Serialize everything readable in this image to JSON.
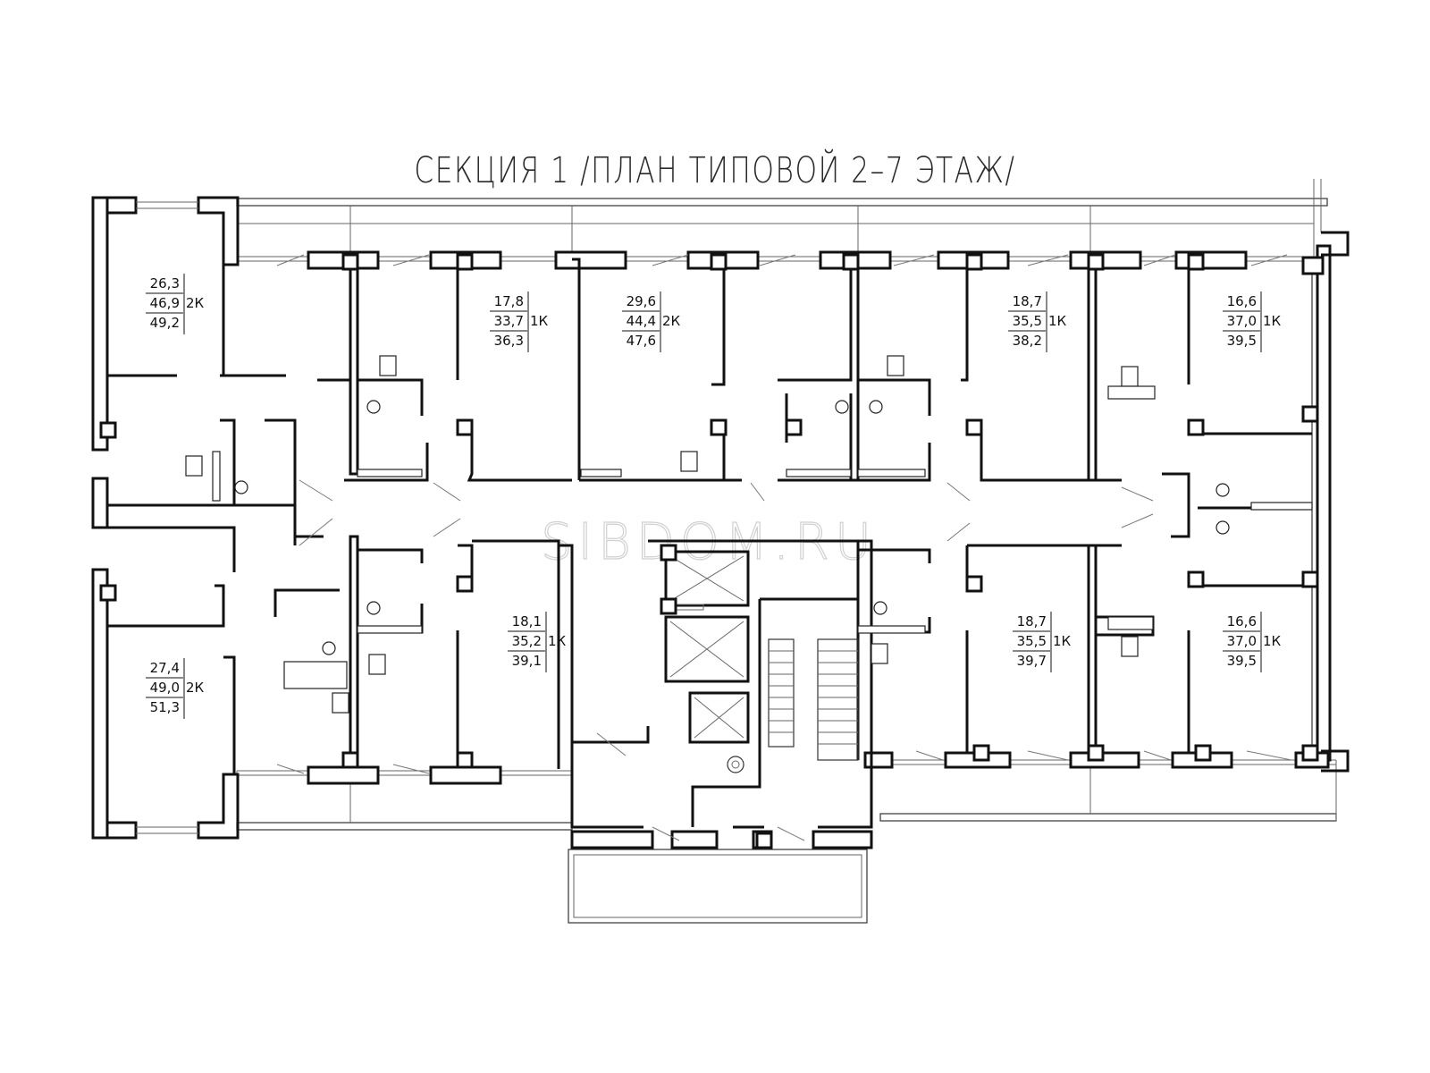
{
  "title": "СЕКЦИЯ 1 /ПЛАН ТИПОВОЙ 2–7 ЭТАЖ/",
  "watermark": "SIBDOM.RU",
  "apartments": [
    {
      "id": "apt-nw",
      "living": "26,3",
      "total": "46,9",
      "full": "49,2",
      "type": "2К"
    },
    {
      "id": "apt-n2",
      "living": "17,8",
      "total": "33,7",
      "full": "36,3",
      "type": "1К"
    },
    {
      "id": "apt-n3",
      "living": "29,6",
      "total": "44,4",
      "full": "47,6",
      "type": "2К"
    },
    {
      "id": "apt-n4",
      "living": "18,7",
      "total": "35,5",
      "full": "38,2",
      "type": "1К"
    },
    {
      "id": "apt-ne",
      "living": "16,6",
      "total": "37,0",
      "full": "39,5",
      "type": "1К"
    },
    {
      "id": "apt-sw",
      "living": "27,4",
      "total": "49,0",
      "full": "51,3",
      "type": "2К"
    },
    {
      "id": "apt-s2",
      "living": "18,1",
      "total": "35,2",
      "full": "39,1",
      "type": "1К"
    },
    {
      "id": "apt-s4",
      "living": "18,7",
      "total": "35,5",
      "full": "39,7",
      "type": "1К"
    },
    {
      "id": "apt-se",
      "living": "16,6",
      "total": "37,0",
      "full": "39,5",
      "type": "1К"
    }
  ]
}
